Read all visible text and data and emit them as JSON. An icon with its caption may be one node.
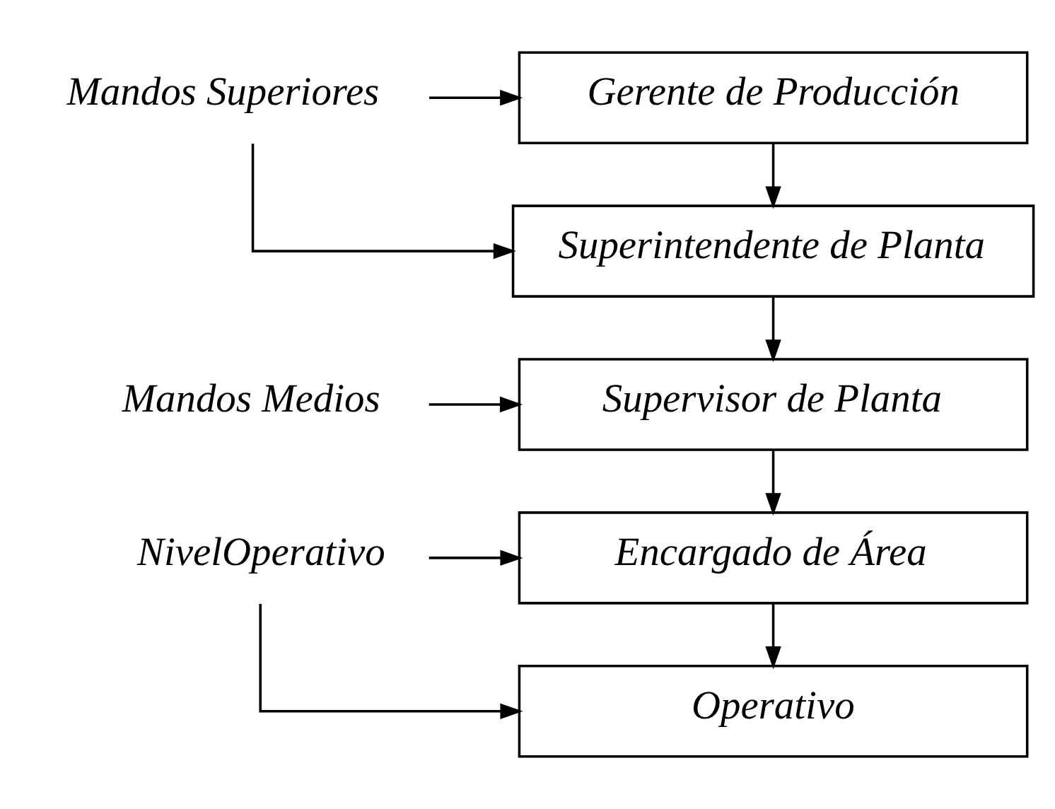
{
  "diagram": {
    "nodes": [
      {
        "text": [
          "Gerente de Producción"
        ]
      },
      {
        "text": [
          "Superintendente de Planta"
        ]
      },
      {
        "text": [
          "Supervisor de Planta"
        ]
      },
      {
        "text": [
          "Encargado de Área"
        ]
      },
      {
        "text": [
          "Operativo"
        ]
      },
      {
        "text": [
          "Mandos Superiores"
        ]
      },
      {
        "text": [
          "Mandos Medios"
        ]
      },
      {
        "text": [
          "NivelOperativo"
        ]
      }
    ],
    "edges": [
      {
        "from": 0,
        "to": 1,
        "arrow": "to"
      },
      {
        "from": 1,
        "to": 2,
        "arrow": "to"
      },
      {
        "from": 2,
        "to": 3,
        "arrow": "to"
      },
      {
        "from": 3,
        "to": 4,
        "arrow": "to"
      },
      {
        "from": 5,
        "to": 0,
        "arrow": "to"
      },
      {
        "from": 5,
        "to": 1,
        "arrow": "to"
      },
      {
        "from": 6,
        "to": 2,
        "arrow": "to"
      },
      {
        "from": 7,
        "to": 3,
        "arrow": "to"
      },
      {
        "from": 7,
        "to": 4,
        "arrow": "to"
      }
    ]
  }
}
